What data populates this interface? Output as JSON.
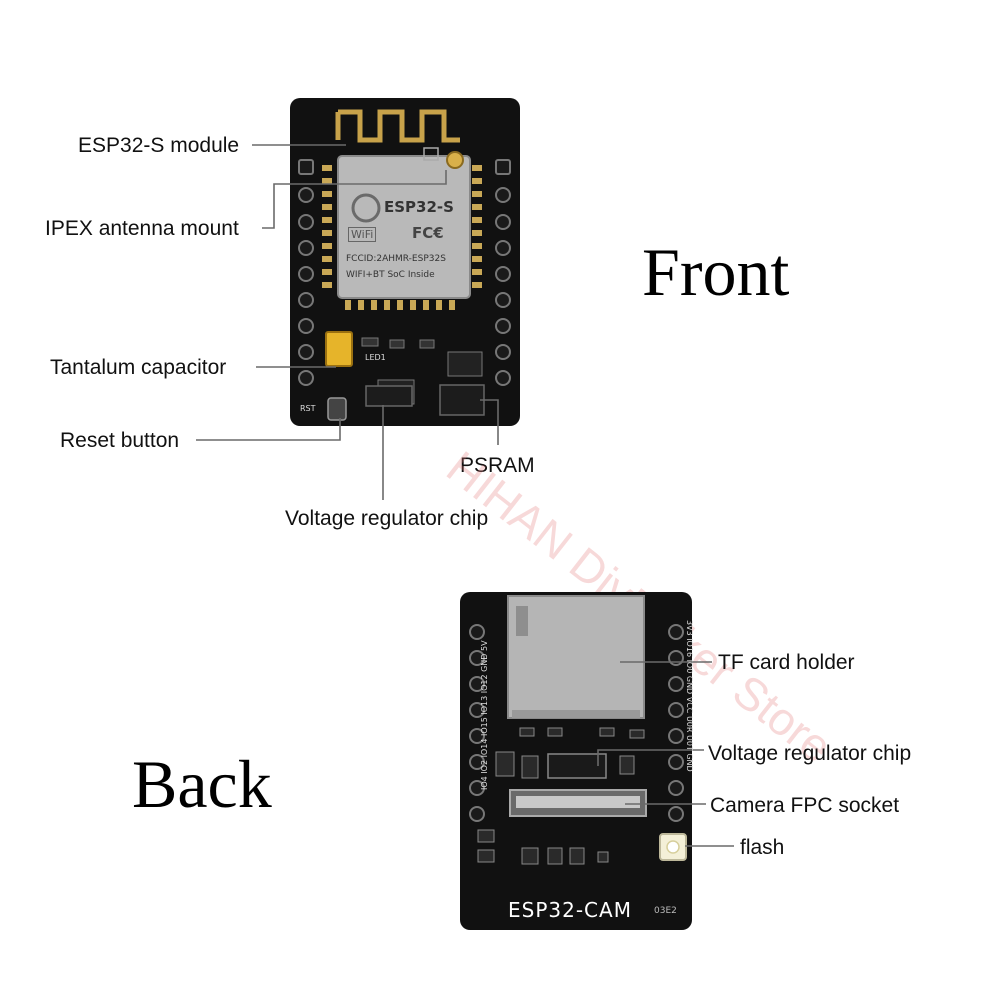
{
  "front": {
    "title": "Front",
    "labels": {
      "esp32s_module": "ESP32-S module",
      "ipex_mount": "IPEX antenna mount",
      "tantalum_cap": "Tantalum capacitor",
      "reset_button": "Reset button",
      "psram": "PSRAM",
      "voltage_regulator": "Voltage regulator chip"
    },
    "module_text": {
      "name": "ESP32-S",
      "wifi": "WiFi",
      "fcc": "FC€",
      "fccid": "FCCID:2AHMR-ESP32S",
      "soc": "WIFI+BT SoC Inside"
    },
    "silk": {
      "led": "LED1",
      "rst": "RST"
    }
  },
  "back": {
    "title": "Back",
    "labels": {
      "tf_card": "TF card holder",
      "voltage_regulator": "Voltage regulator chip",
      "camera_fpc": "Camera FPC socket",
      "flash": "flash"
    },
    "board_name": "ESP32-CAM",
    "board_code": "03E2",
    "pin_labels_left": "IO4 IO2 IO14 IO15 IO13 IO12 GND 5V",
    "pin_labels_right": "3V3 IO16 IO0 GND VCC U0R U0T GND"
  },
  "watermark": "HIHAN DiyMaker Store"
}
